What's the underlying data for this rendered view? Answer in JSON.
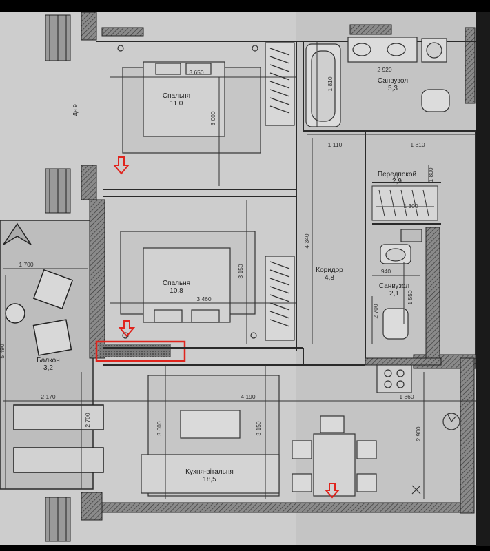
{
  "rooms": {
    "bedroom1": {
      "name": "Спальня",
      "area": "11,0"
    },
    "bedroom2": {
      "name": "Спальня",
      "area": "10,8"
    },
    "bathroom1": {
      "name": "Санвузол",
      "area": "5,3"
    },
    "bathroom2": {
      "name": "Санвузол",
      "area": "2,1"
    },
    "hallway": {
      "name": "Передпокой",
      "area": "2,9"
    },
    "corridor": {
      "name": "Коридор",
      "area": "4,8"
    },
    "balcony": {
      "name": "Балкон",
      "area": "3,2"
    },
    "kitchen": {
      "name": "Кухня-вітальня",
      "area": "18,5"
    }
  },
  "dims": {
    "d3650": "3 650",
    "d3000a": "3 000",
    "d2920": "2 920",
    "d1810a": "1 810",
    "d1110": "1 110",
    "d1810b": "1 810",
    "d1800": "1 800",
    "d1300": "1 300",
    "d4340": "4 340",
    "d3150a": "3 150",
    "d3460": "3 460",
    "d940": "940",
    "d1550": "1 550",
    "d2700a": "2 700",
    "d1700": "1 700",
    "d5490": "5 490",
    "d2170": "2 170",
    "d4190": "4 190",
    "d1860": "1 860",
    "d2700b": "2 700",
    "d3000b": "3 000",
    "d3150b": "3 150",
    "d2900": "2 900",
    "side": "Дн 9"
  },
  "colors": {
    "paper": "#cfcfcf",
    "wall": "#5a5a5a",
    "line": "#2a2a2a",
    "highlight": "#e0241d",
    "frame": "#000000"
  }
}
